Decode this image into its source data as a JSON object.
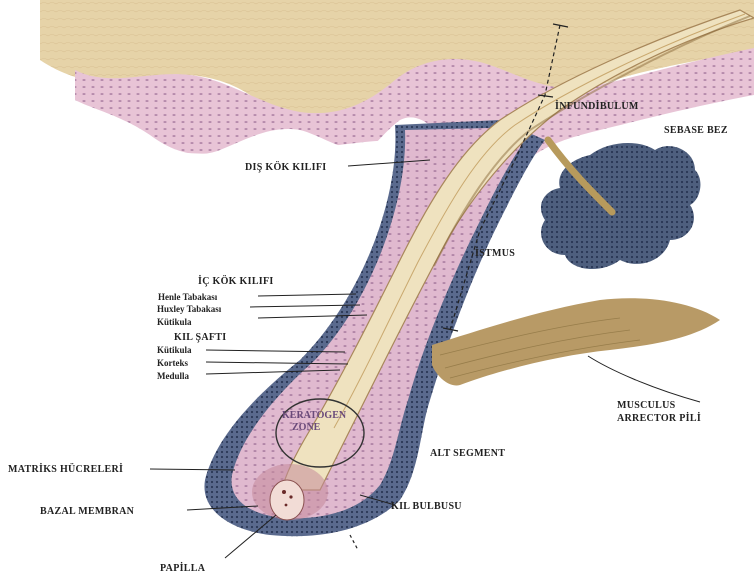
{
  "labels": {
    "infundibulum": "İNFUNDİBULUM",
    "sebase_bez": "SEBASE BEZ",
    "dis_kok_kilifi": "DIŞ KÖK KILIFI",
    "istmus": "İSTMUS",
    "ic_kok_kilifi": "İÇ KÖK KILIFI",
    "henle": "Henle Tabakası",
    "huxley": "Huxley Tabakası",
    "kutikula_1": "Kütikula",
    "kil_safti": "KIL ŞAFTI",
    "kutikula_2": "Kütikula",
    "korteks": "Korteks",
    "medulla": "Medulla",
    "keratogen_1": "KERATOGEN",
    "keratogen_2": "ZONE",
    "musculus_1": "MUSCULUS",
    "musculus_2": "ARRECTOR PİLİ",
    "alt_segment": "ALT SEGMENT",
    "matriks": "MATRİKS HÜCRELERİ",
    "bazal_membran": "BAZAL MEMBRAN",
    "kil_bulbusu": "KIL BULBUSU",
    "papilla": "PAPİLLA"
  },
  "colors": {
    "epidermis": "#e6d3a8",
    "skin_pink": "#e8c4d6",
    "outer_sheath": "#5a6a8e",
    "hair_shaft": "#efe2bf",
    "sebaceous": "#4e5f7e",
    "muscle": "#b89a66",
    "watermark": "#f4c9cc"
  }
}
